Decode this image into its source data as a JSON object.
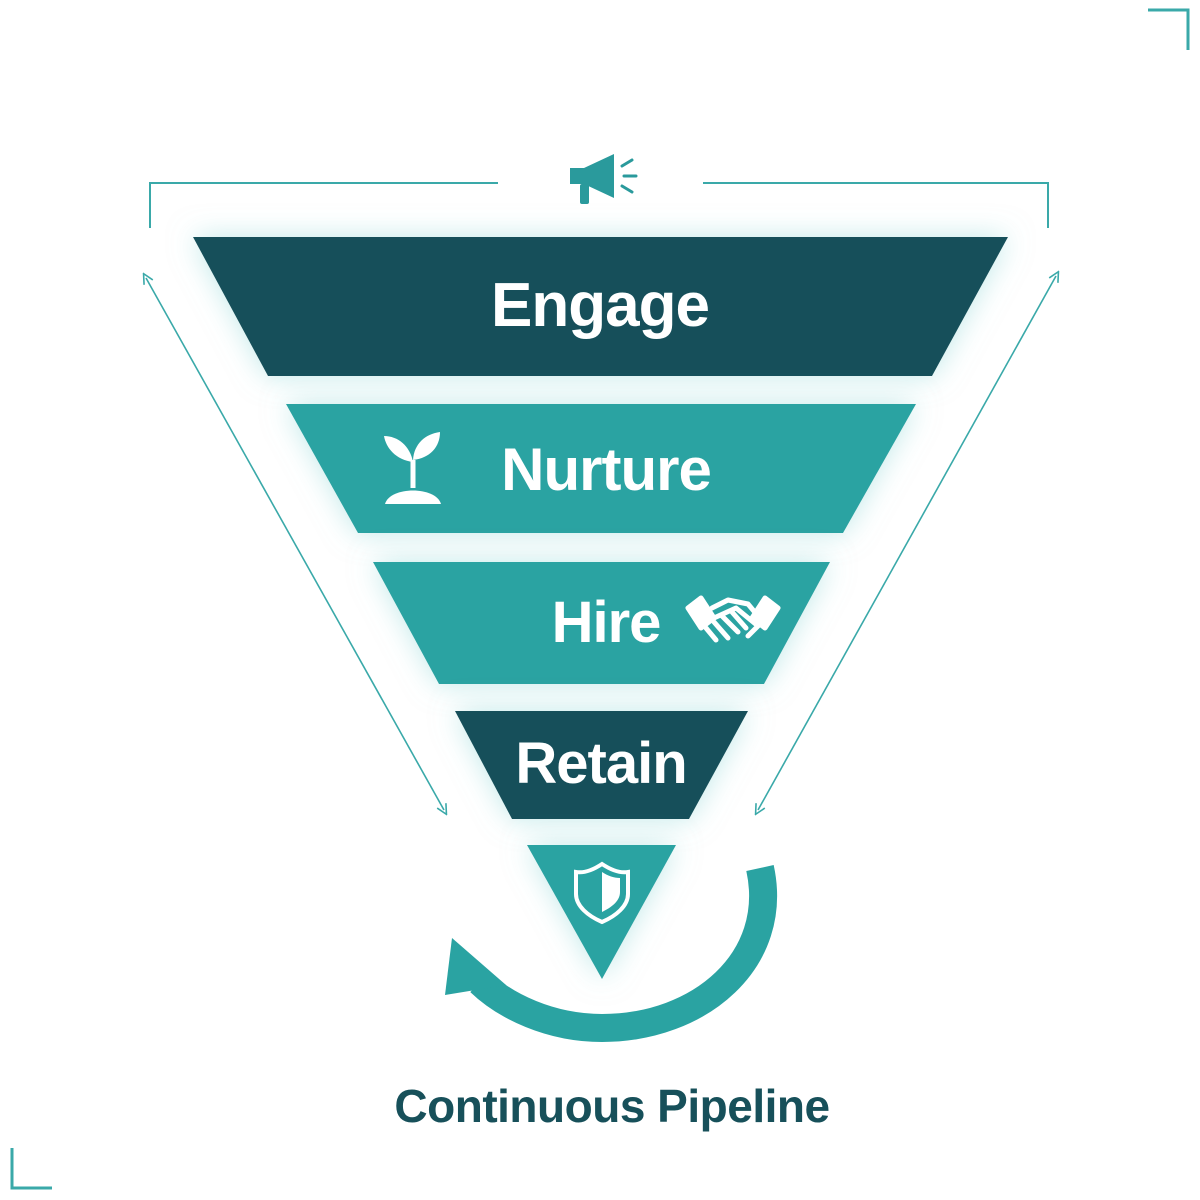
{
  "funnel": {
    "stages": [
      {
        "label": "Engage",
        "color": "#16505a",
        "icon": "megaphone-icon"
      },
      {
        "label": "Nurture",
        "color": "#2aa3a2",
        "icon": "sprout-icon"
      },
      {
        "label": "Hire",
        "color": "#2aa3a2",
        "icon": "handshake-icon"
      },
      {
        "label": "Retain",
        "color": "#16505a",
        "icon": ""
      }
    ],
    "tip_icon": "shield-icon",
    "tip_color": "#2aa3a2"
  },
  "caption": "Continuous Pipeline",
  "colors": {
    "accent": "#2aa3a2",
    "dark": "#16505a",
    "line": "#3aa9a9"
  }
}
